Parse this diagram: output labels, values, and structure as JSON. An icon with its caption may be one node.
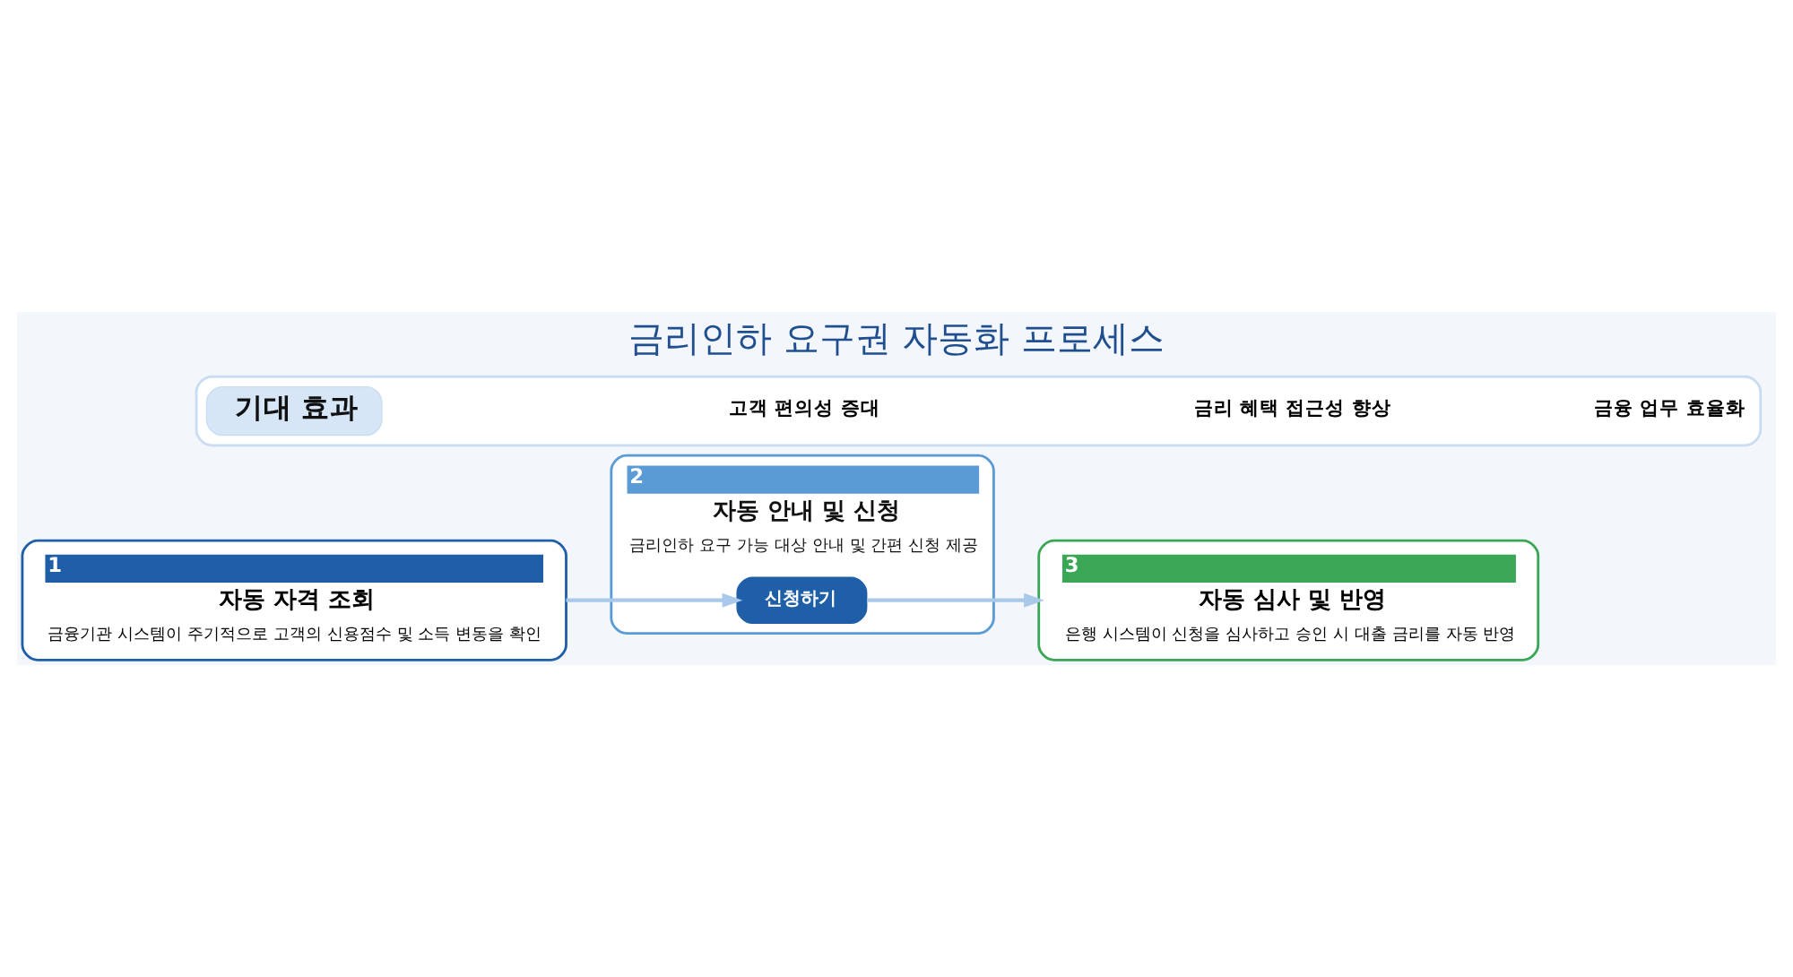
{
  "diagram": {
    "title": "금리인하 요구권 자동화 프로세스",
    "nodes": [
      {
        "text": [
          "1",
          "자동 자격 조회",
          "금융기관 시스템이 주기적으로 고객의 신용점수 및 소득 변동을 확인"
        ]
      },
      {
        "text": [
          "2",
          "자동 안내 및 신청",
          "금리인하 요구 가능 대상 안내 및 간편 신청 제공"
        ]
      },
      {
        "text": [
          "신청하기"
        ],
        "in": 1
      },
      {
        "text": [
          "3",
          "자동 심사 및 반영",
          "은행 시스템이 신청을 심사하고 승인 시 대출 금리를 자동 반영"
        ]
      },
      {
        "text": [],
        "shape": "box"
      },
      {
        "text": [
          "기대 효과"
        ],
        "in": 4
      }
    ],
    "edges": [
      {
        "from": 0,
        "to": 2,
        "arrow": "to"
      },
      {
        "from": 2,
        "to": 3,
        "arrow": "to"
      }
    ],
    "labels": [
      "고객 편의성 증대",
      "금리 혜택 접근성 향상",
      "금융 업무 효율화"
    ]
  }
}
